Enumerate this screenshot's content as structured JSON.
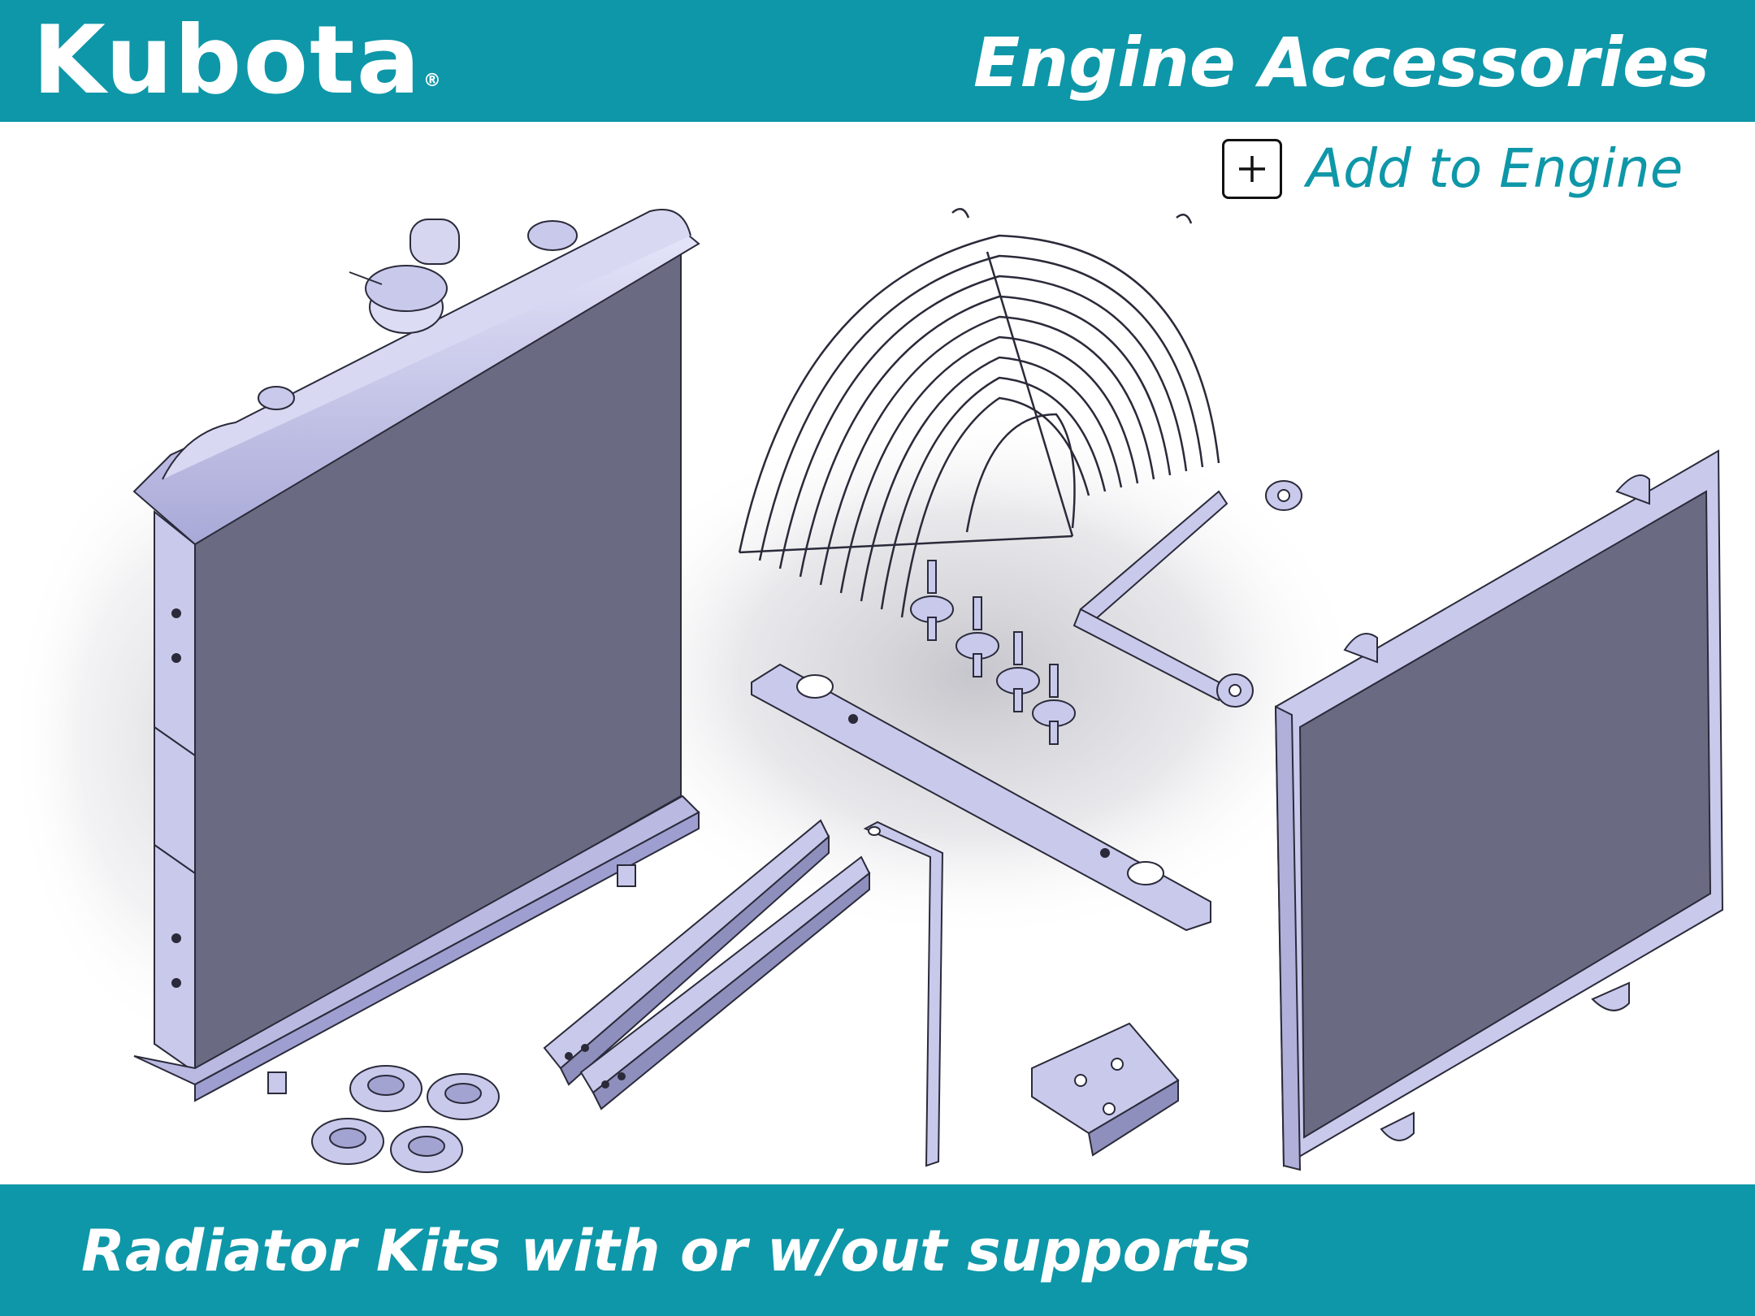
{
  "brand": {
    "name": "Kubota",
    "registered_mark": "®"
  },
  "header": {
    "title": "Engine Accessories"
  },
  "action": {
    "label": "Add to Engine",
    "icon": "plus-icon"
  },
  "footer": {
    "caption": "Radiator Kits with or w/out supports"
  },
  "colors": {
    "brand_teal": "#0e97a8",
    "part_light": "#c9c9ec",
    "part_dark": "#6b6a83",
    "outline": "#2a2a3a"
  }
}
